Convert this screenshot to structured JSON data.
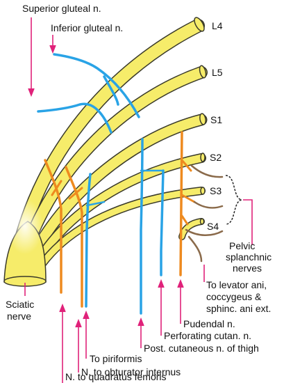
{
  "colors": {
    "background": "#ffffff",
    "nerve_yellow": "#f6ec6a",
    "nerve_outline": "#3a3a2a",
    "branch_blue": "#29a3e6",
    "branch_orange": "#ee8a1f",
    "splanchnic_brown": "#8a6a4a",
    "leader_magenta": "#e0227a"
  },
  "labels": {
    "superior_gluteal": "Superior gluteal n.",
    "inferior_gluteal": "Inferior gluteal n.",
    "l4": "L4",
    "l5": "L5",
    "s1": "S1",
    "s2": "S2",
    "s3": "S3",
    "s4": "S4",
    "pelvic_splanchnic": [
      "Pelvic",
      "splanchnic",
      "nerves"
    ],
    "levator_ani": [
      "To levator ani,",
      "coccygeus &",
      "sphinc. ani ext."
    ],
    "sciatic": [
      "Sciatic",
      "nerve"
    ],
    "pudendal": "Pudendal n.",
    "perforating_cutan": "Perforating cutan. n.",
    "post_cutaneous": "Post. cutaneous n. of thigh",
    "piriformis": "To piriformis",
    "obturator_internus": "N. to obturator internus",
    "quadratus_femoris": "N. to quadratus femoris"
  }
}
